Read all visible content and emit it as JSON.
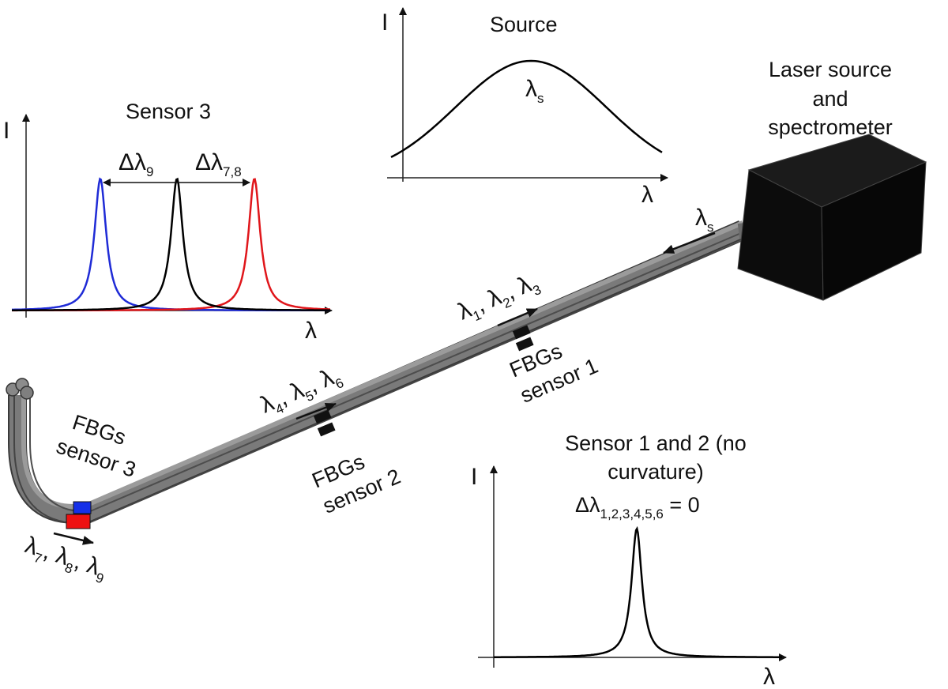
{
  "source_plot": {
    "title": "Source",
    "y_axis": "I",
    "x_axis": "λ",
    "peak_symbol": "λ",
    "peak_sub": "s"
  },
  "laser": {
    "line1": "Laser source",
    "line2": "and",
    "line3": "spectrometer",
    "out_symbol": "λ",
    "out_sub": "s"
  },
  "sensor3_plot": {
    "title": "Sensor 3",
    "y_axis": "I",
    "x_axis": "λ",
    "delta_left": "Δλ",
    "delta_left_sub": "9",
    "delta_right": "Δλ",
    "delta_right_sub": "7,8",
    "colors": {
      "left_peak": "#1f2bd6",
      "center_peak": "#000000",
      "right_peak": "#e0161b"
    }
  },
  "fiber_labels": {
    "s1_wavelengths": [
      {
        "sym": "λ",
        "sub": "1"
      },
      {
        "sym": "λ",
        "sub": "2"
      },
      {
        "sym": "λ",
        "sub": "3"
      }
    ],
    "s1_line1": "FBGs",
    "s1_line2": "sensor 1",
    "s2_wavelengths": [
      {
        "sym": "λ",
        "sub": "4"
      },
      {
        "sym": "λ",
        "sub": "5"
      },
      {
        "sym": "λ",
        "sub": "6"
      }
    ],
    "s2_line1": "FBGs",
    "s2_line2": "sensor 2",
    "s3_line1": "FBGs",
    "s3_line2": "sensor 3",
    "s3_wavelengths": [
      {
        "sym": "λ",
        "sub": "7"
      },
      {
        "sym": "λ",
        "sub": "8"
      },
      {
        "sym": "λ",
        "sub": "9"
      }
    ],
    "s3_colors": {
      "top": "#1530e8",
      "bottom": "#ee1111"
    }
  },
  "sensor12_plot": {
    "title_line1": "Sensor 1 and 2 (no",
    "title_line2": "curvature)",
    "delta": "Δλ",
    "delta_sub": "1,2,3,4,5,6",
    "delta_eq": " = 0",
    "y_axis": "I",
    "x_axis": "λ"
  }
}
